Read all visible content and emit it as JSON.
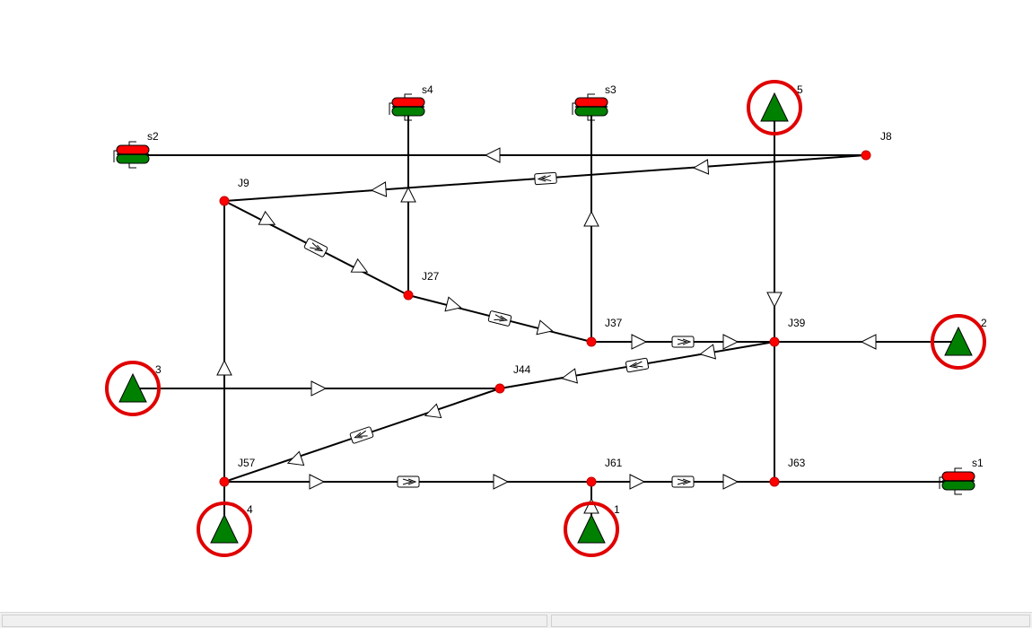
{
  "labels": {
    "J9": "J9",
    "J8": "J8",
    "J27": "J27",
    "J37": "J37",
    "J39": "J39",
    "J44": "J44",
    "J57": "J57",
    "J61": "J61",
    "J63": "J63",
    "s1": "s1",
    "s2": "s2",
    "s3": "s3",
    "s4": "s4",
    "t5": "5",
    "t2": "2",
    "t3": "3",
    "t4": "4",
    "t1": "1"
  },
  "colors": {
    "pipe": "#000000",
    "junction": "#ff0000",
    "tank_top": "#ff0000",
    "tank_bottom": "#008000",
    "source": "#008000",
    "highlight": "#e00000"
  },
  "icons": {
    "junction": "red-dot-icon",
    "tank": "storage-tank-icon",
    "source": "green-triangle-source-icon",
    "flow": "flow-arrow-icon",
    "valve": "valve-icon",
    "highlight": "red-circle-highlight-icon"
  },
  "statusbar": {
    "left": "",
    "right": ""
  }
}
